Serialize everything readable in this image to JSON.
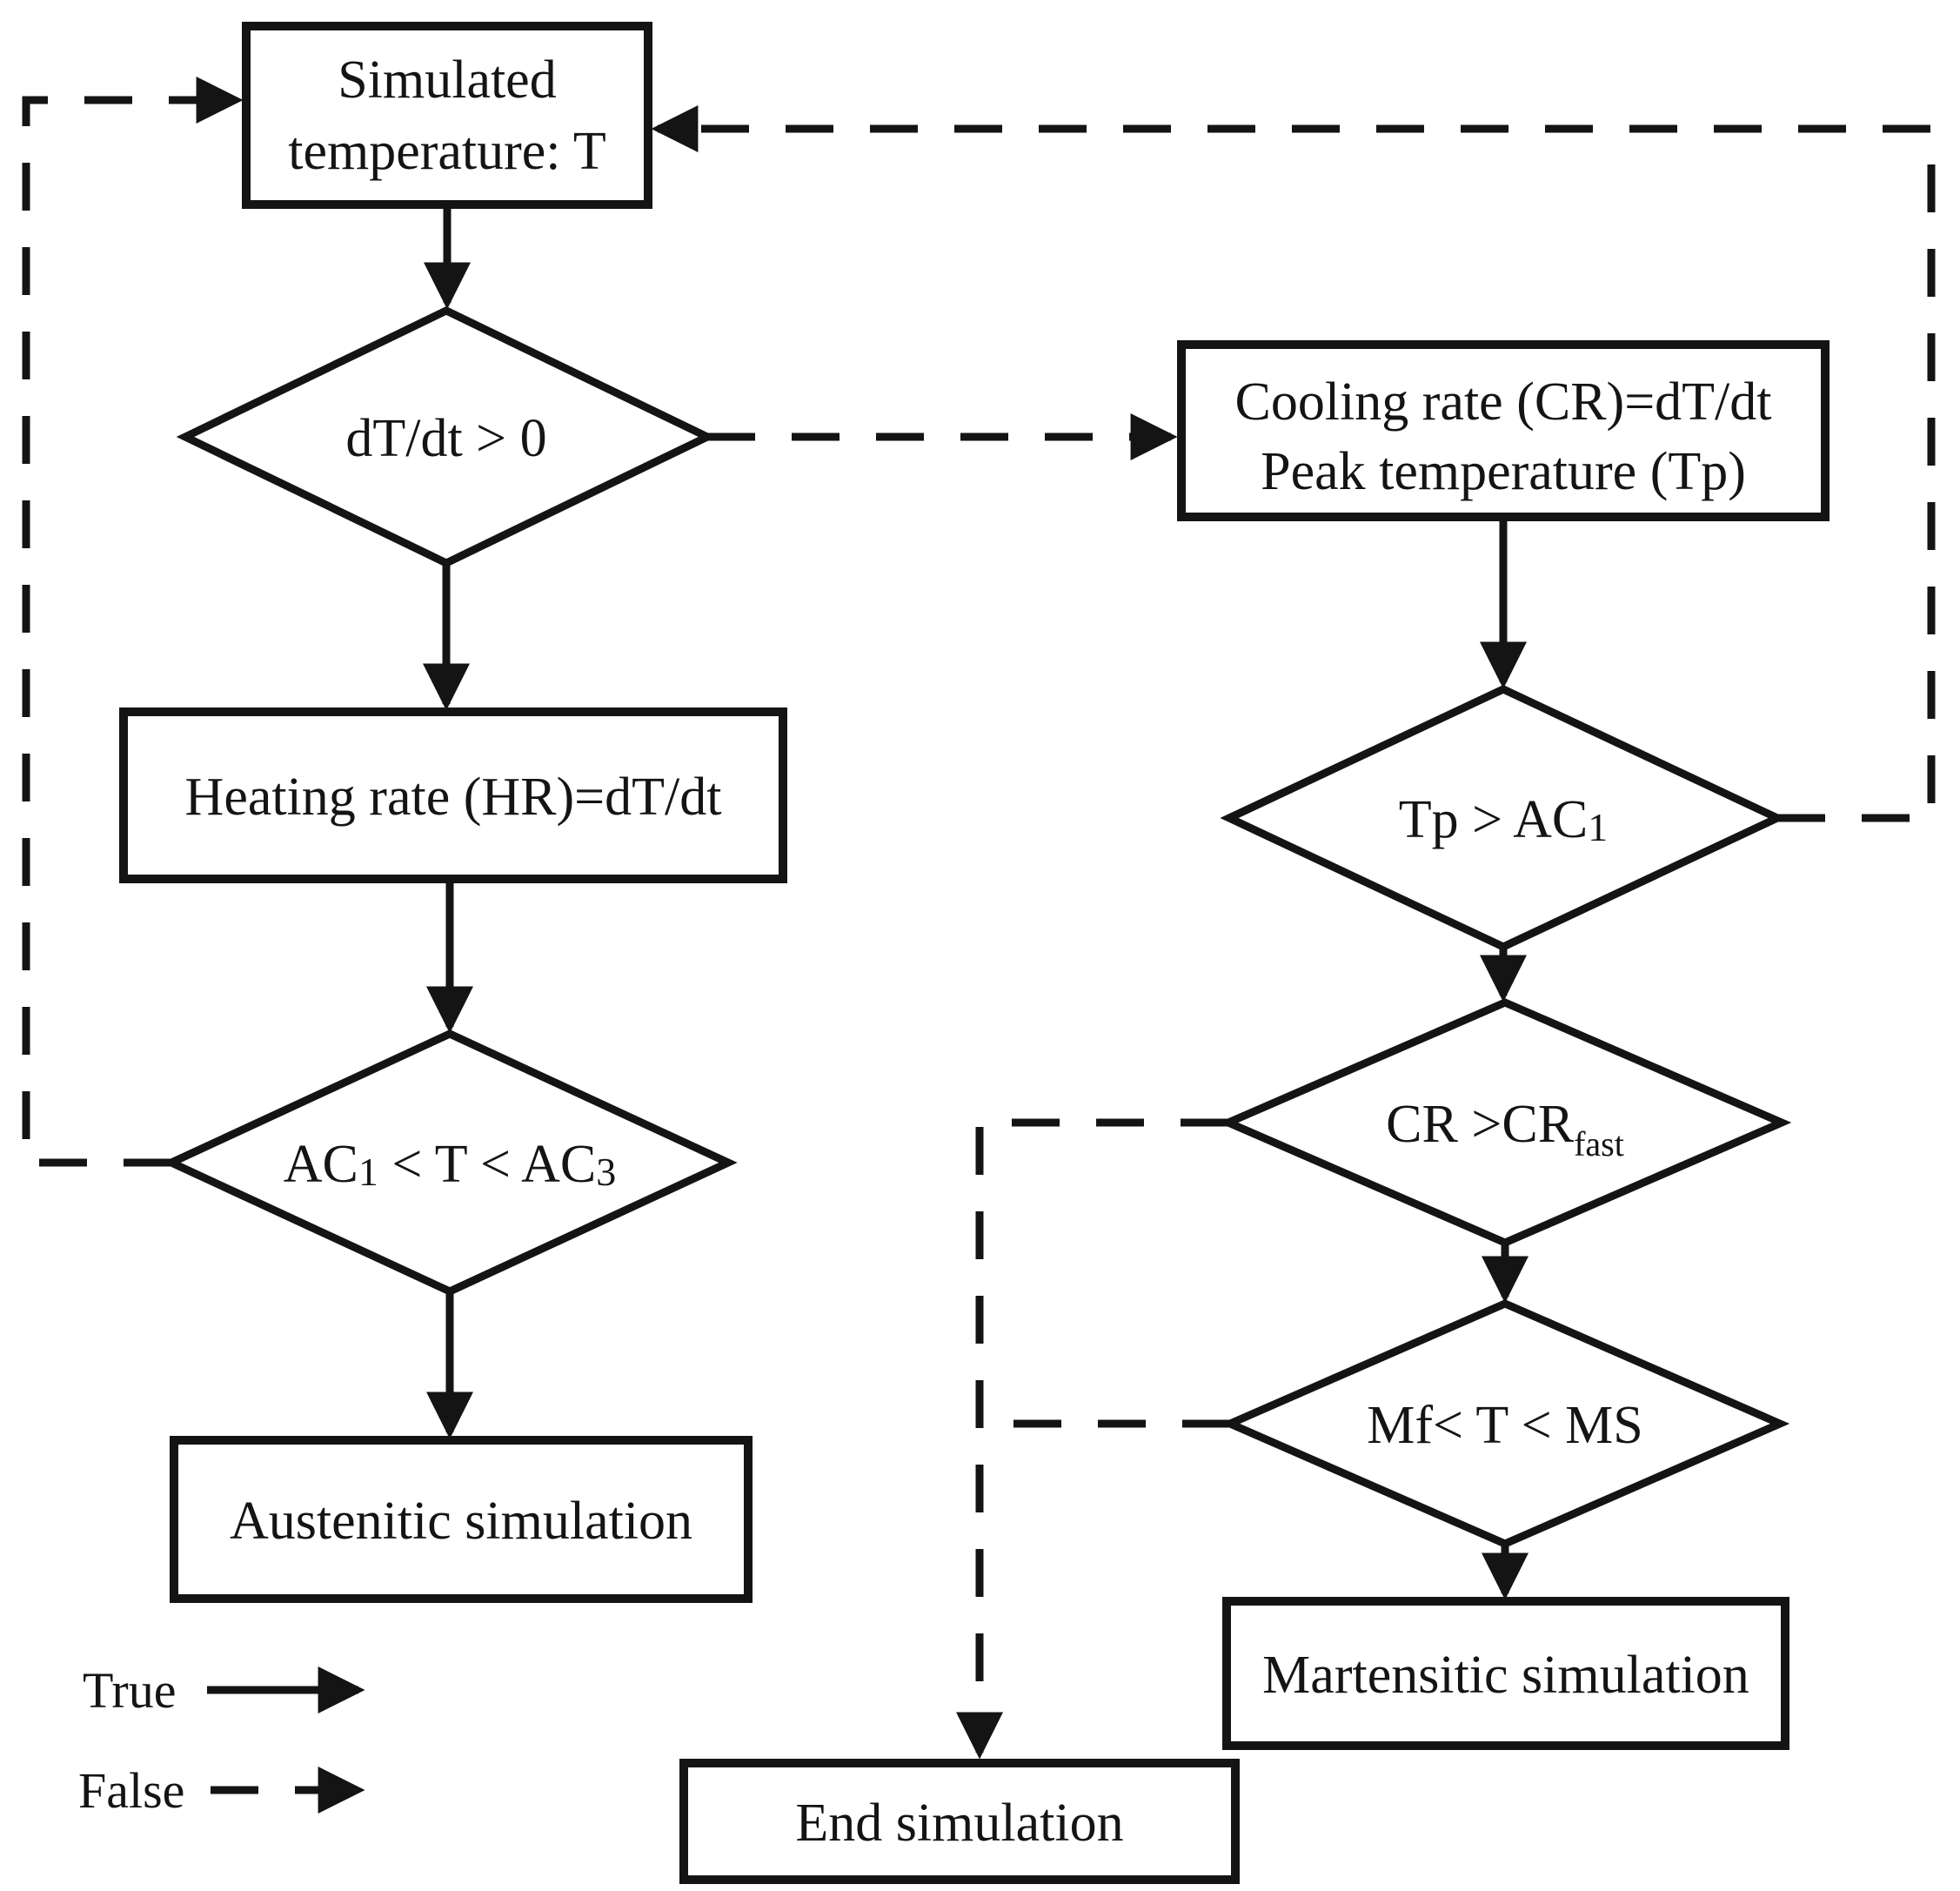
{
  "page": {
    "background_color": "#ffffff",
    "ink_color": "#141414"
  },
  "flowchart": {
    "nodes": {
      "sim_temp": {
        "line1": "Simulated",
        "line2": "temperature: T"
      },
      "dtdt": {
        "label": "dT/dt > 0"
      },
      "heating": {
        "label": "Heating rate (HR)=dT/dt"
      },
      "ac_range": {
        "part1": "AC",
        "sub1": "1",
        "part2": " < T < AC",
        "sub2": "3"
      },
      "austenitic": {
        "label": "Austenitic simulation"
      },
      "cooling": {
        "line1": "Cooling rate (CR)=dT/dt",
        "line2": "Peak temperature (Tp)"
      },
      "tp_peak": {
        "part1": "Tp > AC",
        "sub1": "1"
      },
      "cr_fast": {
        "part1": "CR >CR",
        "sub1": "fast"
      },
      "mf_ms": {
        "label": "Mf< T < MS"
      },
      "martensitic": {
        "label": "Martensitic simulation"
      },
      "end": {
        "label": "End simulation"
      }
    },
    "legend": {
      "true_label": "True",
      "false_label": "False"
    }
  }
}
